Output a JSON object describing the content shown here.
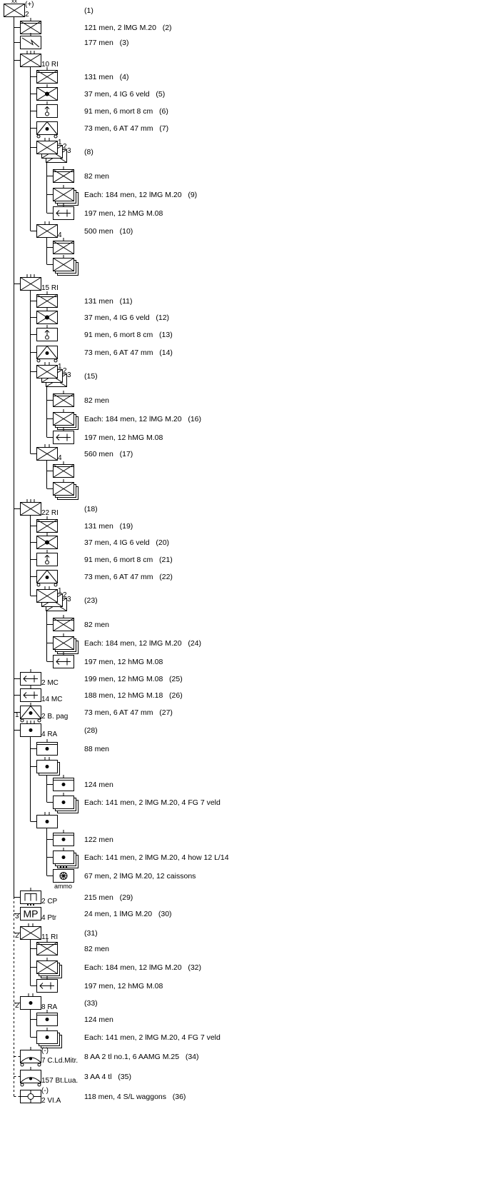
{
  "colors": {
    "line": "#000000",
    "background": "#ffffff"
  },
  "nodes": [
    {
      "d": 0,
      "s": "inf",
      "ech": "xx",
      "sup": "(+)",
      "lbl": "2",
      "text": "(1)"
    },
    {
      "d": 1,
      "s": "inf",
      "hq": true,
      "ech": "i",
      "text": "121 men, 2 lMG M.20   (2)"
    },
    {
      "d": 1,
      "s": "sig",
      "ech": "i",
      "text": "177 men   (3)"
    },
    {
      "d": 1,
      "s": "inf",
      "ech": "iii",
      "lbl": "10 RI"
    },
    {
      "d": 2,
      "s": "inf",
      "hq": true,
      "ech": "i",
      "text": "131 men   (4)"
    },
    {
      "d": 2,
      "s": "ig",
      "ech": "i",
      "text": "37 men, 4 IG 6 veld   (5)"
    },
    {
      "d": 2,
      "s": "mortar",
      "ech": "i",
      "text": "91 men, 6 mort 8 cm   (6)"
    },
    {
      "d": 2,
      "s": "at",
      "text": "73 men, 6 AT 47 mm   (7)"
    },
    {
      "d": 2,
      "s": "inf",
      "ech": "ii",
      "diag": [
        "1",
        "2",
        "3"
      ],
      "text": "(8)"
    },
    {
      "d": 3,
      "s": "inf",
      "hq": true,
      "ech": "i",
      "text": "82 men"
    },
    {
      "d": 3,
      "s": "inf",
      "stack": 3,
      "ech": "i",
      "text": "Each: 184 men, 12 lMG M.20   (9)"
    },
    {
      "d": 3,
      "s": "mg",
      "ech": "i",
      "text": "197 men, 12 hMG M.08"
    },
    {
      "d": 2,
      "s": "inf",
      "ech": "ii",
      "lbl": "4",
      "text": "500 men   (10)"
    },
    {
      "d": 3,
      "s": "inf",
      "hq": true,
      "ech": "i"
    },
    {
      "d": 3,
      "s": "inf",
      "stack": 3,
      "ech": "i"
    },
    {
      "d": 1,
      "s": "inf",
      "ech": "iii",
      "lbl": "15 RI"
    },
    {
      "d": 2,
      "s": "inf",
      "hq": true,
      "ech": "i",
      "text": "131 men   (11)"
    },
    {
      "d": 2,
      "s": "ig",
      "ech": "i",
      "text": "37 men, 4 IG 6 veld   (12)"
    },
    {
      "d": 2,
      "s": "mortar",
      "ech": "i",
      "text": "91 men, 6 mort 8 cm   (13)"
    },
    {
      "d": 2,
      "s": "at",
      "text": "73 men, 6 AT 47 mm   (14)"
    },
    {
      "d": 2,
      "s": "inf",
      "ech": "ii",
      "diag": [
        "1",
        "2",
        "3"
      ],
      "text": "(15)"
    },
    {
      "d": 3,
      "s": "inf",
      "hq": true,
      "ech": "i",
      "text": "82 men"
    },
    {
      "d": 3,
      "s": "inf",
      "stack": 3,
      "ech": "i",
      "text": "Each: 184 men, 12 lMG M.20   (16)"
    },
    {
      "d": 3,
      "s": "mg",
      "ech": "i",
      "text": "197 men, 12 hMG M.08"
    },
    {
      "d": 2,
      "s": "inf",
      "ech": "ii",
      "lbl": "4",
      "text": "560 men   (17)"
    },
    {
      "d": 3,
      "s": "inf",
      "hq": true,
      "ech": "i"
    },
    {
      "d": 3,
      "s": "inf",
      "stack": 3,
      "ech": "i"
    },
    {
      "d": 1,
      "s": "inf",
      "ech": "iii",
      "lbl": "22 RI",
      "text": "(18)"
    },
    {
      "d": 2,
      "s": "inf",
      "hq": true,
      "ech": "i",
      "text": "131 men   (19)"
    },
    {
      "d": 2,
      "s": "ig",
      "ech": "i",
      "text": "37 men, 4 IG 6 veld   (20)"
    },
    {
      "d": 2,
      "s": "mortar",
      "ech": "i",
      "text": "91 men, 6 mort 8 cm   (21)"
    },
    {
      "d": 2,
      "s": "at",
      "text": "73 men, 6 AT 47 mm   (22)"
    },
    {
      "d": 2,
      "s": "inf",
      "ech": "ii",
      "diag": [
        "1",
        "2",
        "3"
      ],
      "text": "(23)"
    },
    {
      "d": 3,
      "s": "inf",
      "hq": true,
      "ech": "i",
      "text": "82 men"
    },
    {
      "d": 3,
      "s": "inf",
      "stack": 3,
      "ech": "i",
      "text": "Each: 184 men, 12 lMG M.20   (24)"
    },
    {
      "d": 3,
      "s": "mg",
      "ech": "i",
      "text": "197 men, 12 hMG M.08"
    },
    {
      "d": 1,
      "s": "mg",
      "ech": "i",
      "lbl": "2 MC",
      "text": "199 men, 12 hMG M.08   (25)"
    },
    {
      "d": 1,
      "s": "mg",
      "ech": "i",
      "lbl": "14 MC",
      "text": "188 men, 12 hMG M.18   (26)"
    },
    {
      "d": 1,
      "s": "at",
      "ech": "i",
      "left": "1",
      "lbl": "2 B. pag",
      "text": "73 men, 6 AT 47 mm   (27)"
    },
    {
      "d": 1,
      "s": "art",
      "ech": "iii",
      "lbl": "4 RA",
      "text": "(28)"
    },
    {
      "d": 2,
      "s": "art",
      "hq": true,
      "ech": "i",
      "text": "88 men"
    },
    {
      "d": 2,
      "s": "art",
      "stack": 2,
      "ech": "ii"
    },
    {
      "d": 3,
      "s": "art",
      "hq": true,
      "ech": "i",
      "text": "124 men"
    },
    {
      "d": 3,
      "s": "art",
      "stack": 3,
      "ech": "i",
      "text": "Each: 141 men, 2 lMG M.20, 4 FG 7 veld"
    },
    {
      "d": 2,
      "s": "art",
      "ech": "ii"
    },
    {
      "d": 3,
      "s": "art",
      "hq": true,
      "ech": "i",
      "text": "122 men"
    },
    {
      "d": 3,
      "s": "art",
      "stack": 3,
      "ech": "i",
      "text": "Each: 141 men, 2 lMG M.20, 4 how 12 L/14"
    },
    {
      "d": 3,
      "s": "ammo",
      "ech": "dots",
      "below": "ammo",
      "text": "67 men, 2 lMG M.20, 12 caissons"
    },
    {
      "d": 1,
      "s": "eng",
      "ech": "i",
      "lbl": "2 CP",
      "text": "215 men   (29)"
    },
    {
      "d": 1,
      "s": "mp",
      "ech": "dots",
      "left": "3",
      "lbl": "4 Ptr",
      "text": "24 men, 1 lMG M.20   (30)",
      "dashed": true
    },
    {
      "d": 1,
      "s": "inf",
      "ech": "ii",
      "left": "2",
      "lbl": "11 RI",
      "text": "(31)",
      "dashed": true
    },
    {
      "d": 2,
      "s": "inf",
      "hq": true,
      "ech": "i",
      "text": "82 men"
    },
    {
      "d": 2,
      "s": "inf",
      "stack": 3,
      "ech": "i",
      "text": "Each: 184 men, 12 lMG M.20   (32)"
    },
    {
      "d": 2,
      "s": "mg",
      "ech": "i",
      "text": "197 men, 12 hMG M.08"
    },
    {
      "d": 1,
      "s": "art",
      "ech": "ii",
      "left": "2",
      "lbl": "8 RA",
      "text": "(33)",
      "dashed": true
    },
    {
      "d": 2,
      "s": "art",
      "hq": true,
      "ech": "i",
      "text": "124 men"
    },
    {
      "d": 2,
      "s": "art",
      "stack": 3,
      "ech": "i",
      "text": "Each: 141 men, 2 lMG M.20, 4 FG 7 veld"
    },
    {
      "d": 1,
      "s": "aa",
      "ech": "i",
      "sup": "(-)",
      "lbl": "7 C.Ld.Mitr.",
      "text": "8 AA 2 tl no.1, 6 AAMG M.25   (34)",
      "dashed": true
    },
    {
      "d": 1,
      "s": "aa",
      "ech": "i",
      "lbl": "157 Bt.Lua.",
      "text": "3 AA 4 tl   (35)",
      "dashed": true
    },
    {
      "d": 1,
      "s": "sl",
      "sup": "(-)",
      "lbl": "2 VI.A",
      "text": "118 men, 4 S/L waggons   (36)",
      "dashed": true
    }
  ],
  "mp_symbol_text": "MP",
  "echelon_xx": "xx"
}
